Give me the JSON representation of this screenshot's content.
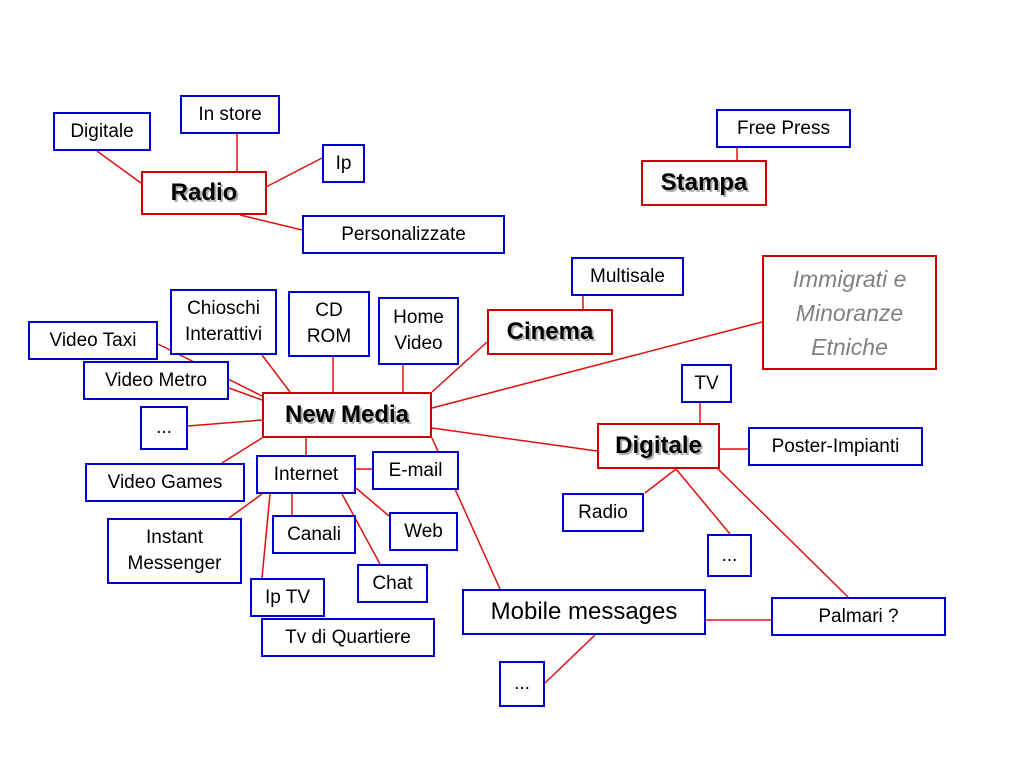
{
  "colors": {
    "link": "#e01010",
    "box_border": "#0000cc",
    "main_border": "#cc0000",
    "italic_text": "#808080"
  },
  "nodes": [
    {
      "id": "radio",
      "text": "Radio",
      "kind": "main"
    },
    {
      "id": "in-store",
      "text": "In store"
    },
    {
      "id": "digitale-radio",
      "text": "Digitale"
    },
    {
      "id": "ip",
      "text": "Ip"
    },
    {
      "id": "personalizzate",
      "text": "Personalizzate"
    },
    {
      "id": "free-press",
      "text": "Free Press"
    },
    {
      "id": "stampa",
      "text": "Stampa",
      "kind": "main"
    },
    {
      "id": "multisale",
      "text": "Multisale"
    },
    {
      "id": "cinema",
      "text": "Cinema",
      "kind": "main"
    },
    {
      "id": "immigrati",
      "text": "Immigrati e\nMinoranze\nEtniche",
      "kind": "italic"
    },
    {
      "id": "chioschi",
      "text": "Chioschi\nInterattivi"
    },
    {
      "id": "cd-rom",
      "text": "CD\nROM"
    },
    {
      "id": "home-video",
      "text": "Home\nVideo"
    },
    {
      "id": "video-taxi",
      "text": "Video Taxi"
    },
    {
      "id": "video-metro",
      "text": "Video Metro"
    },
    {
      "id": "new-media",
      "text": "New Media",
      "kind": "main"
    },
    {
      "id": "ellipsis-left",
      "text": "..."
    },
    {
      "id": "tv",
      "text": "TV"
    },
    {
      "id": "digitale",
      "text": "Digitale",
      "kind": "main"
    },
    {
      "id": "poster-impianti",
      "text": "Poster-Impianti"
    },
    {
      "id": "internet",
      "text": "Internet"
    },
    {
      "id": "email",
      "text": "E-mail"
    },
    {
      "id": "video-games",
      "text": "Video Games"
    },
    {
      "id": "radio-small",
      "text": "Radio"
    },
    {
      "id": "canali",
      "text": "Canali"
    },
    {
      "id": "web",
      "text": "Web"
    },
    {
      "id": "instant-messenger",
      "text": "Instant\nMessenger"
    },
    {
      "id": "ellipsis-digitale",
      "text": "..."
    },
    {
      "id": "chat",
      "text": "Chat"
    },
    {
      "id": "ip-tv",
      "text": "Ip TV"
    },
    {
      "id": "mobile-messages",
      "text": "Mobile messages",
      "kind": "plain"
    },
    {
      "id": "palmari",
      "text": "Palmari ?"
    },
    {
      "id": "tv-quartiere",
      "text": "Tv di Quartiere"
    },
    {
      "id": "ellipsis-mobile",
      "text": "..."
    }
  ]
}
